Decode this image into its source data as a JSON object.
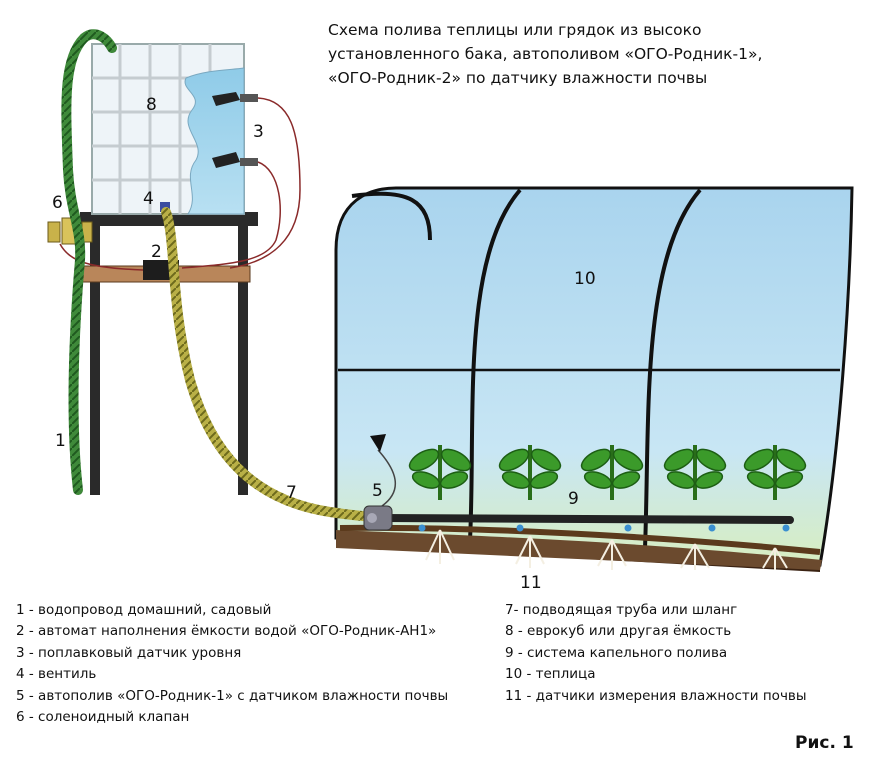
{
  "title_lines": [
    "Схема полива теплицы или грядок из высоко",
    "установленного бака, автополивом «ОГО-Родник-1»,",
    "«ОГО-Родник-2» по датчику влажности почвы"
  ],
  "callouts": {
    "n1": "1",
    "n2": "2",
    "n3": "3",
    "n4": "4",
    "n5": "5",
    "n6": "6",
    "n7": "7",
    "n8": "8",
    "n9": "9",
    "n10": "10",
    "n11": "11"
  },
  "legend": {
    "left": [
      "1 - водопровод домашний, садовый",
      "2 - автомат наполнения ёмкости водой «ОГО-Родник-АН1»",
      "3 - поплавковый датчик уровня",
      "4 - вентиль",
      "5 - автополив «ОГО-Родник-1» с датчиком влажности почвы",
      "6 - соленоидный клапан"
    ],
    "right": [
      "7- подводящая труба или шланг",
      "8 - еврокуб или другая ёмкость",
      "9 - система капельного полива",
      "10 - теплица",
      "11 - датчики измерения влажности почвы"
    ]
  },
  "figure_label": "Рис. 1"
}
